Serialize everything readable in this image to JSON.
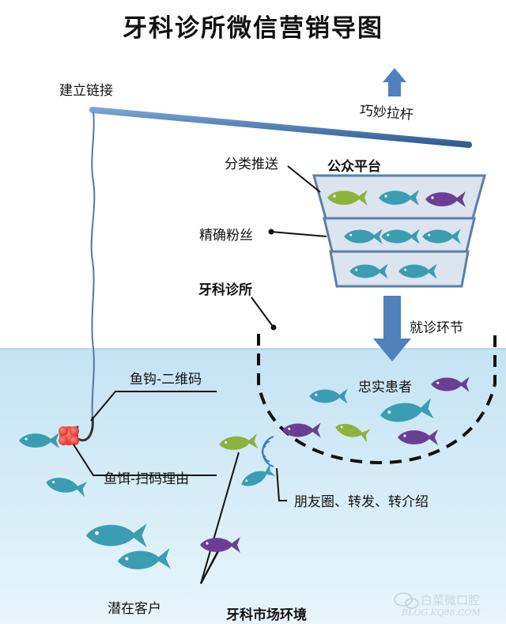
{
  "title": "牙科诊所微信营销导图",
  "labels": {
    "build_link": "建立链接",
    "rod": "巧妙拉杆",
    "classify_push": "分类推送",
    "public_platform": "公众平台",
    "precise_fans": "精确粉丝",
    "clinic": "牙科诊所",
    "visit_stage": "就诊环节",
    "loyal_patients": "忠实患者",
    "hook": "鱼钩-二维码",
    "bait": "鱼饵-扫码理由",
    "social_share": "朋友圈、转发、转介绍",
    "potential_customers": "潜在客户",
    "market_environment": "牙科市场环境"
  },
  "watermark": {
    "name": "白菜微口腔",
    "url": "BLOG.KQ88.COM"
  },
  "colors": {
    "water_top": "#c4e3f3",
    "water_bottom": "#e8f5fb",
    "rod": "#4f81bd",
    "arrow": "#4f81bd",
    "basket_fill": "#dce4ef",
    "basket_stroke": "#5b7fa6",
    "fish_teal": "#3a9db2",
    "fish_green": "#8cb43c",
    "fish_purple": "#6a3f93",
    "bait": "#e0322c"
  },
  "fish": {
    "basket_row1": [
      "green",
      "teal",
      "purple"
    ],
    "basket_row2": [
      "teal",
      "teal",
      "teal"
    ],
    "basket_row3": [
      "teal",
      "teal"
    ],
    "in_clinic": [
      "teal",
      "purple",
      "purple",
      "teal",
      "green",
      "purple"
    ],
    "in_water": [
      "teal",
      "teal",
      "green",
      "teal",
      "teal",
      "teal",
      "purple"
    ]
  }
}
